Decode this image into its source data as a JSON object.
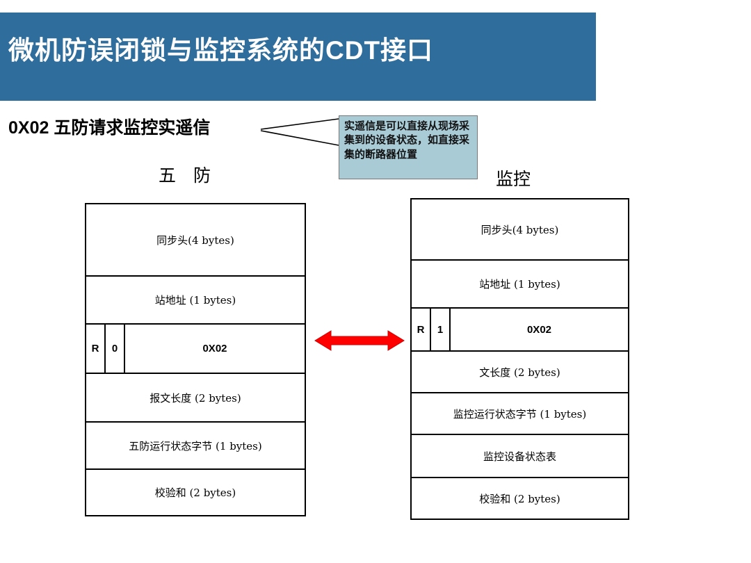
{
  "header": {
    "title": "微机防误闭锁与监控系统的CDT接口",
    "bg_color": "#2E6D9C",
    "text_color": "#FFFFFF"
  },
  "section": {
    "title": "0X02 五防请求监控实遥信"
  },
  "callout": {
    "text": "实遥信是可以直接从现场采集到的设备状态，如直接采集的断路器位置",
    "bg_color": "#A9CBD6"
  },
  "arrow": {
    "direction": "bidirectional",
    "color": "#FF0000"
  },
  "left_table": {
    "title": "五　防",
    "rows": [
      {
        "label": "同步头(4 bytes)"
      },
      {
        "label": "站地址 (1 bytes)"
      },
      {
        "cells": [
          "R",
          "0",
          "0X02"
        ]
      },
      {
        "label": "报文长度 (2 bytes)"
      },
      {
        "label": "五防运行状态字节 (1 bytes)"
      },
      {
        "label": "校验和 (2 bytes)"
      }
    ]
  },
  "right_table": {
    "title": "监控",
    "rows": [
      {
        "label": "同步头(4 bytes)"
      },
      {
        "label": "站地址 (1 bytes)"
      },
      {
        "cells": [
          "R",
          "1",
          "0X02"
        ]
      },
      {
        "label": "文长度 (2 bytes)"
      },
      {
        "label": "监控运行状态字节  (1 bytes)"
      },
      {
        "label": "监控设备状态表"
      },
      {
        "label": "校验和 (2 bytes)"
      }
    ]
  }
}
